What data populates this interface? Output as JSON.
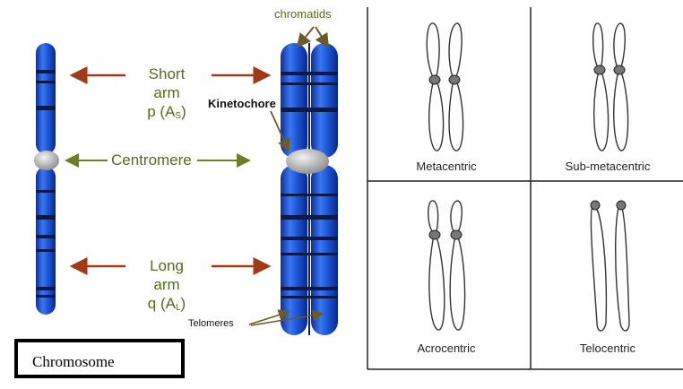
{
  "left_panel": {
    "short_arm": {
      "line1": "Short",
      "line2": "arm",
      "line3_main": "p (A",
      "line3_sub": "S",
      "line3_end": ")"
    },
    "long_arm": {
      "line1": "Long",
      "line2": "arm",
      "line3_main": "q (A",
      "line3_sub": "L",
      "line3_end": ")"
    },
    "centromere": "Centromere",
    "chromatids": "chromatids",
    "kinetochore": "Kinetochore",
    "telomeres": "Telomeres"
  },
  "right_panel": {
    "cells": [
      {
        "label": "Metacentric"
      },
      {
        "label": "Sub-metacentric"
      },
      {
        "label": "Acrocentric"
      },
      {
        "label": "Telocentric"
      }
    ]
  },
  "caption": "Chromosome",
  "colors": {
    "chromosome": "#1c52d4",
    "band": "#0d1a48",
    "centromere": "#b5b5b5",
    "arrow_red": "#a23a1a",
    "arrow_olive": "#6b7f24",
    "label_olive": "#556b1f"
  }
}
